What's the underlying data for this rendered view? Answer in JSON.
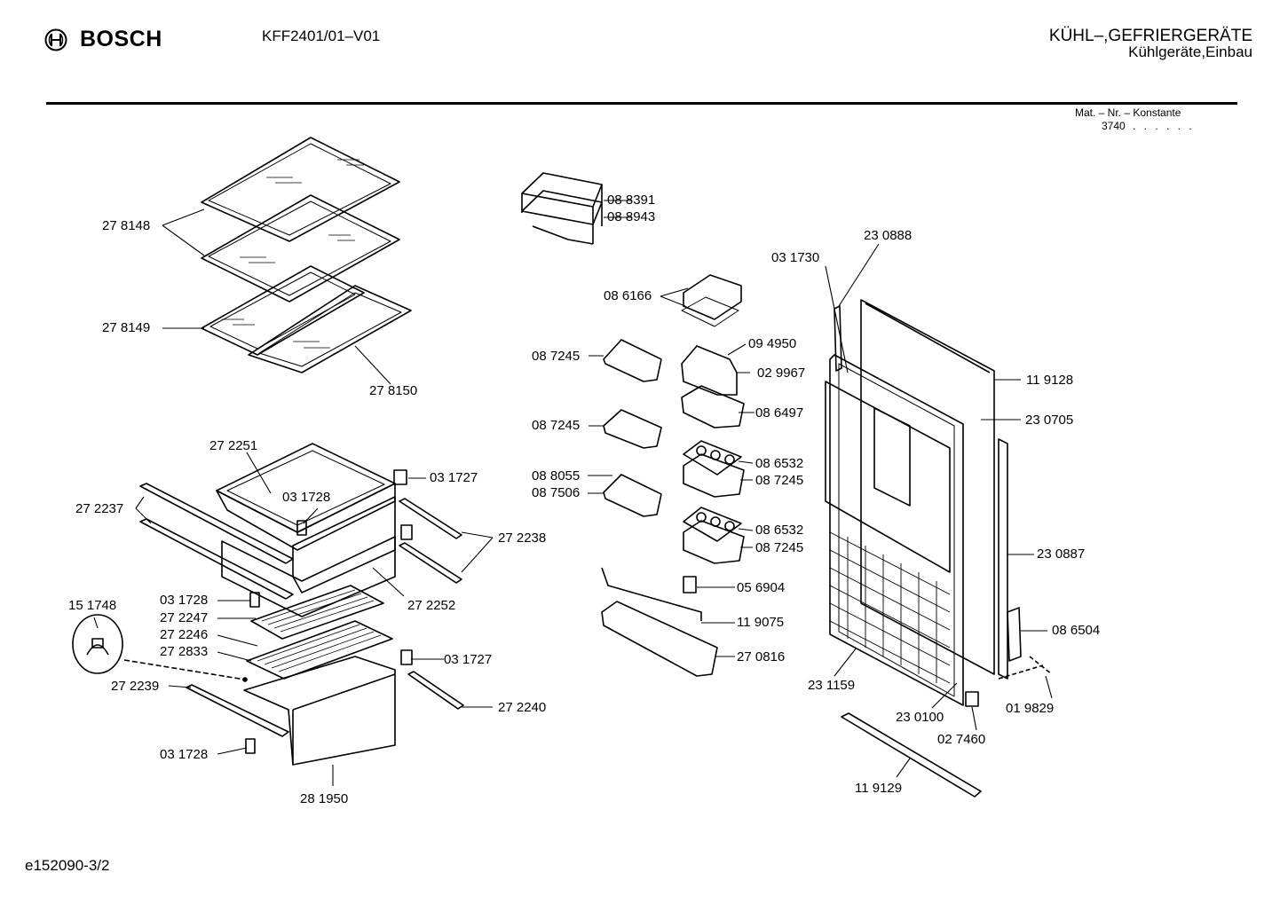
{
  "header": {
    "brand": "BOSCH",
    "model": "KFF2401/01–V01",
    "category": "KÜHL–,GEFRIERGERÄTE",
    "subcategory": "Kühlgeräte,Einbau",
    "mat_label": "Mat. – Nr. – Konstante",
    "mat_value": "3740",
    "mat_dots": ". . . . . ."
  },
  "footer": {
    "ref": "e152090-3/2"
  },
  "parts": [
    "27 8148",
    "27 8149",
    "27 8150",
    "08 8391",
    "08 8943",
    "08 6166",
    "08 7245",
    "09 4950",
    "02 9967",
    "08 6497",
    "08 7245",
    "08 8055",
    "08 7506",
    "08 6532",
    "08 7245",
    "08 6532",
    "08 7245",
    "05 6904",
    "11 9075",
    "27 0816",
    "23 0888",
    "03 1730",
    "11 9128",
    "23 0705",
    "23 0887",
    "08 6504",
    "01 9829",
    "27 2251",
    "03 1727",
    "03 1728",
    "27 2237",
    "27 2238",
    "27 2252",
    "03 1728",
    "15 1748",
    "27 2247",
    "27 2246",
    "27 2833",
    "03 1727",
    "27 2239",
    "27 2240",
    "03 1728",
    "28 1950",
    "23 1159",
    "23 0100",
    "02 7460",
    "11 9129"
  ]
}
